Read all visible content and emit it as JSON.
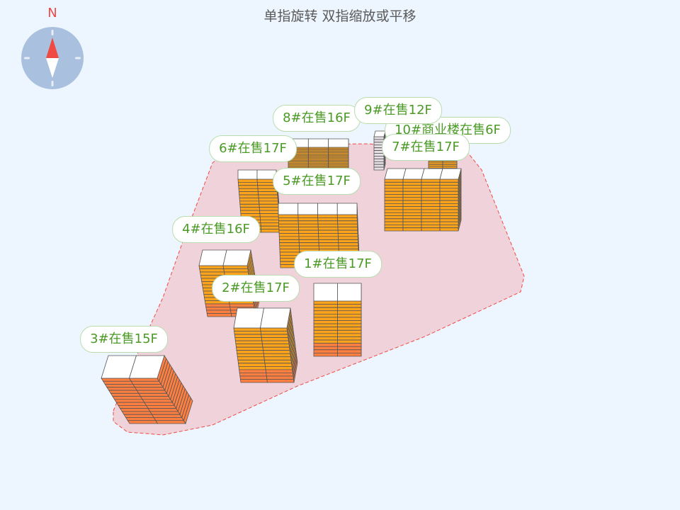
{
  "header": {
    "title": "单指旋转 双指缩放或平移"
  },
  "compass": {
    "north_label": "N",
    "icon": "compass-icon",
    "needle_color": "#f04a45"
  },
  "site": {
    "outline_color": "#f04a45",
    "fill_color": "#f0d3da"
  },
  "buildings": [
    {
      "id": "3",
      "label": "3#在售15F",
      "floors": 15
    },
    {
      "id": "2",
      "label": "2#在售17F",
      "floors": 17
    },
    {
      "id": "4",
      "label": "4#在售16F",
      "floors": 16
    },
    {
      "id": "1",
      "label": "1#在售17F",
      "floors": 17
    },
    {
      "id": "5",
      "label": "5#在售17F",
      "floors": 17
    },
    {
      "id": "6",
      "label": "6#在售17F",
      "floors": 17
    },
    {
      "id": "8",
      "label": "8#在售16F",
      "floors": 16
    },
    {
      "id": "10",
      "label": "10#商业楼在售6F",
      "floors": 6
    },
    {
      "id": "9",
      "label": "9#在售12F",
      "floors": 12
    },
    {
      "id": "7",
      "label": "7#在售17F",
      "floors": 17
    }
  ],
  "colors": {
    "unit_available": "#ffa31a",
    "unit_other": "#ff7f40",
    "unit_gray": "#e6e0e6"
  }
}
